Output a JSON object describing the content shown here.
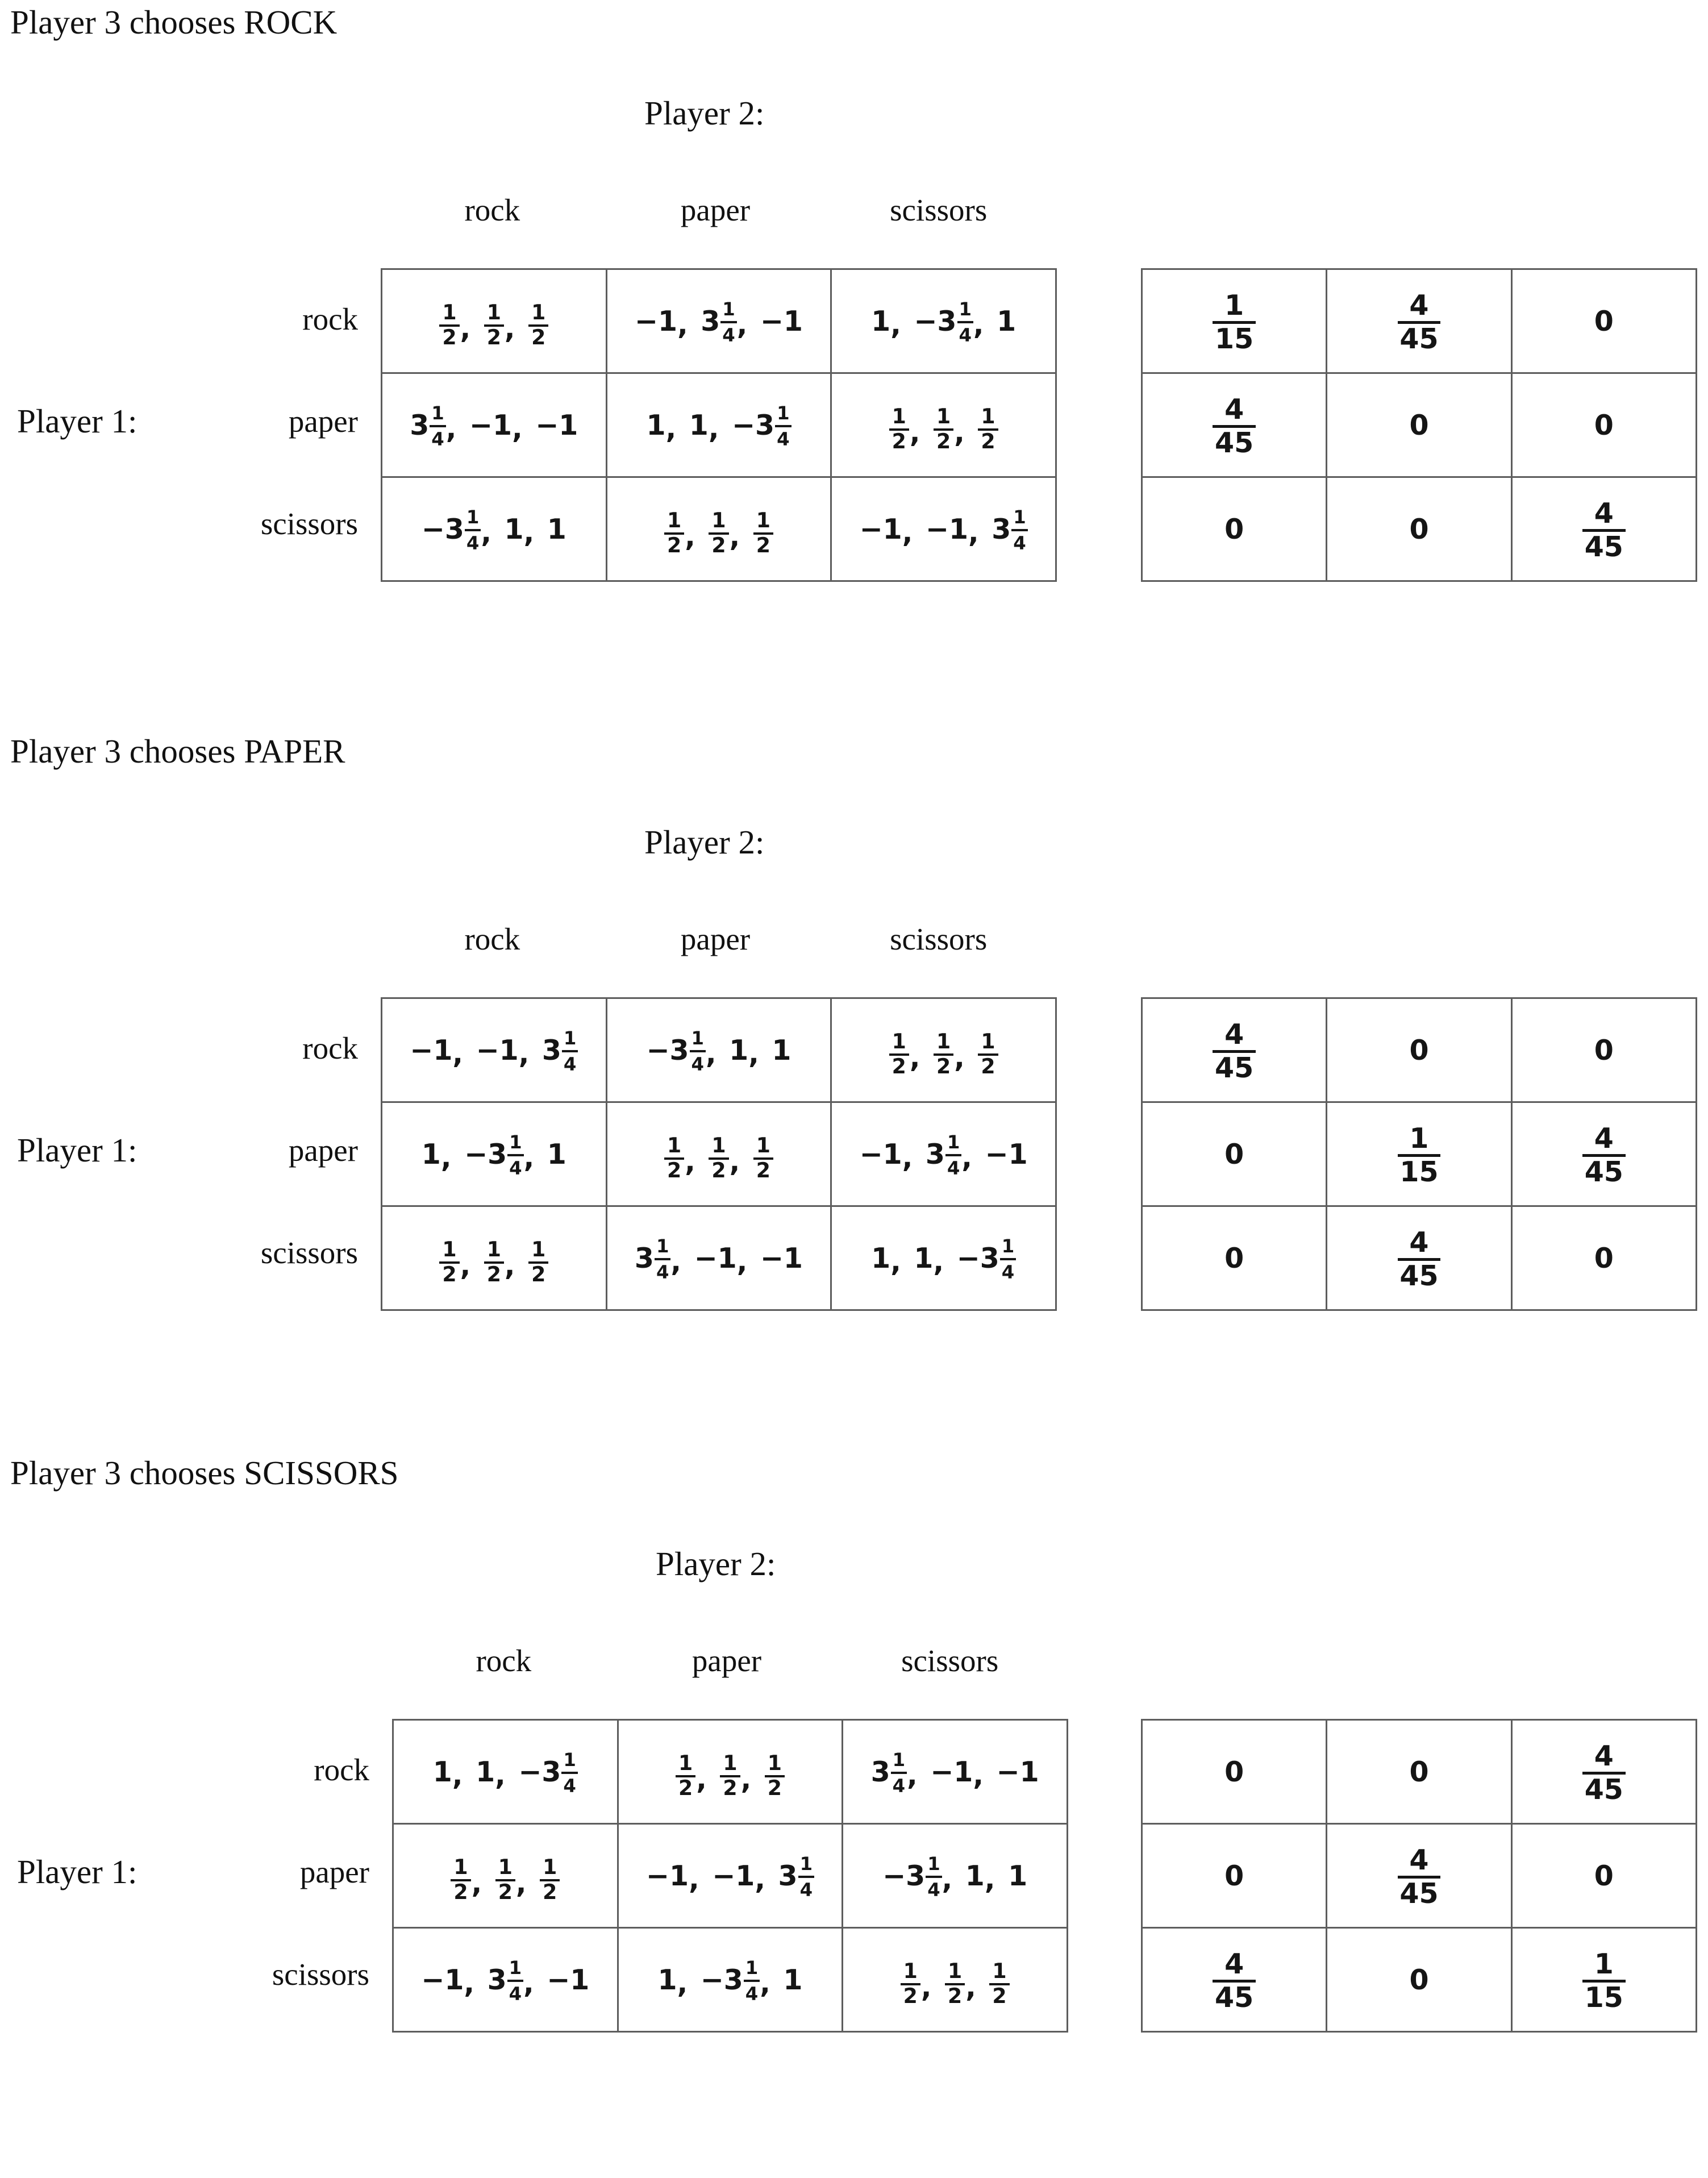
{
  "document": {
    "title": "Rock-paper-scissors three-player payoff matrices",
    "page_label_player1": "Player 1:",
    "page_label_player2": "Player 2:",
    "strategies": [
      "rock",
      "paper",
      "scissors"
    ]
  },
  "blocks": [
    {
      "heading": "Player 3 chooses ROCK",
      "player2_label": "Player 2:",
      "player1_label": "Player 1:",
      "col_headers": [
        "rock",
        "paper",
        "scissors"
      ],
      "row_headers": [
        "rock",
        "paper",
        "scissors"
      ],
      "payoffs": [
        [
          [
            {
              "t": "frac",
              "n": "1",
              "d": "2"
            },
            {
              "t": "frac",
              "n": "1",
              "d": "2"
            },
            {
              "t": "frac",
              "n": "1",
              "d": "2"
            }
          ],
          [
            {
              "t": "int",
              "v": "−1"
            },
            {
              "t": "mixed",
              "w": "3",
              "n": "1",
              "d": "4"
            },
            {
              "t": "int",
              "v": "−1"
            }
          ],
          [
            {
              "t": "int",
              "v": "1"
            },
            {
              "t": "mixed",
              "w": "−3",
              "n": "1",
              "d": "4"
            },
            {
              "t": "int",
              "v": "1"
            }
          ]
        ],
        [
          [
            {
              "t": "mixed",
              "w": "3",
              "n": "1",
              "d": "4"
            },
            {
              "t": "int",
              "v": "−1"
            },
            {
              "t": "int",
              "v": "−1"
            }
          ],
          [
            {
              "t": "int",
              "v": "1"
            },
            {
              "t": "int",
              "v": "1"
            },
            {
              "t": "mixed",
              "w": "−3",
              "n": "1",
              "d": "4"
            }
          ],
          [
            {
              "t": "frac",
              "n": "1",
              "d": "2"
            },
            {
              "t": "frac",
              "n": "1",
              "d": "2"
            },
            {
              "t": "frac",
              "n": "1",
              "d": "2"
            }
          ]
        ],
        [
          [
            {
              "t": "mixed",
              "w": "−3",
              "n": "1",
              "d": "4"
            },
            {
              "t": "int",
              "v": "1"
            },
            {
              "t": "int",
              "v": "1"
            }
          ],
          [
            {
              "t": "frac",
              "n": "1",
              "d": "2"
            },
            {
              "t": "frac",
              "n": "1",
              "d": "2"
            },
            {
              "t": "frac",
              "n": "1",
              "d": "2"
            }
          ],
          [
            {
              "t": "int",
              "v": "−1"
            },
            {
              "t": "int",
              "v": "−1"
            },
            {
              "t": "mixed",
              "w": "3",
              "n": "1",
              "d": "4"
            }
          ]
        ]
      ],
      "payoffs_text": [
        [
          "1/2 , 1/2 , 1/2",
          "-1, 3 1/4, -1",
          "1, -3 1/4, 1"
        ],
        [
          "3 1/4, -1, -1",
          "1 , 1 , -3 1/4",
          "1/2 , 1/2 , 1/2"
        ],
        [
          "-3 1/4, 1 , 1",
          "1/2 , 1/2 , 1/2",
          "-1 , -1 , 3 1/4"
        ]
      ],
      "probabilities": [
        [
          {
            "t": "frac",
            "n": "1",
            "d": "15"
          },
          {
            "t": "frac",
            "n": "4",
            "d": "45"
          },
          {
            "t": "zero",
            "v": "0"
          }
        ],
        [
          {
            "t": "frac",
            "n": "4",
            "d": "45"
          },
          {
            "t": "zero",
            "v": "0"
          },
          {
            "t": "zero",
            "v": "0"
          }
        ],
        [
          {
            "t": "zero",
            "v": "0"
          },
          {
            "t": "zero",
            "v": "0"
          },
          {
            "t": "frac",
            "n": "4",
            "d": "45"
          }
        ]
      ],
      "probabilities_text": [
        [
          "1/15",
          "4/45",
          "0"
        ],
        [
          "4/45",
          "0",
          "0"
        ],
        [
          "0",
          "0",
          "4/45"
        ]
      ]
    },
    {
      "heading": "Player 3 chooses PAPER",
      "player2_label": "Player 2:",
      "player1_label": "Player 1:",
      "col_headers": [
        "rock",
        "paper",
        "scissors"
      ],
      "row_headers": [
        "rock",
        "paper",
        "scissors"
      ],
      "payoffs": [
        [
          [
            {
              "t": "int",
              "v": "−1"
            },
            {
              "t": "int",
              "v": "−1"
            },
            {
              "t": "mixed",
              "w": "3",
              "n": "1",
              "d": "4"
            }
          ],
          [
            {
              "t": "mixed",
              "w": "−3",
              "n": "1",
              "d": "4"
            },
            {
              "t": "int",
              "v": "1"
            },
            {
              "t": "int",
              "v": "1"
            }
          ],
          [
            {
              "t": "frac",
              "n": "1",
              "d": "2"
            },
            {
              "t": "frac",
              "n": "1",
              "d": "2"
            },
            {
              "t": "frac",
              "n": "1",
              "d": "2"
            }
          ]
        ],
        [
          [
            {
              "t": "int",
              "v": "1"
            },
            {
              "t": "mixed",
              "w": "−3",
              "n": "1",
              "d": "4"
            },
            {
              "t": "int",
              "v": "1"
            }
          ],
          [
            {
              "t": "frac",
              "n": "1",
              "d": "2"
            },
            {
              "t": "frac",
              "n": "1",
              "d": "2"
            },
            {
              "t": "frac",
              "n": "1",
              "d": "2"
            }
          ],
          [
            {
              "t": "int",
              "v": "−1"
            },
            {
              "t": "mixed",
              "w": "3",
              "n": "1",
              "d": "4"
            },
            {
              "t": "int",
              "v": "−1"
            }
          ]
        ],
        [
          [
            {
              "t": "frac",
              "n": "1",
              "d": "2"
            },
            {
              "t": "frac",
              "n": "1",
              "d": "2"
            },
            {
              "t": "frac",
              "n": "1",
              "d": "2"
            }
          ],
          [
            {
              "t": "mixed",
              "w": "3",
              "n": "1",
              "d": "4"
            },
            {
              "t": "int",
              "v": "−1"
            },
            {
              "t": "int",
              "v": "−1"
            }
          ],
          [
            {
              "t": "int",
              "v": "1"
            },
            {
              "t": "int",
              "v": "1"
            },
            {
              "t": "mixed",
              "w": "−3",
              "n": "1",
              "d": "4"
            }
          ]
        ]
      ],
      "payoffs_text": [
        [
          "-1 , -1 , 3 1/4",
          "-3 1/4, 1 , 1",
          "1/2 , 1/2 , 1/2"
        ],
        [
          "1, -3 1/4, 1",
          "1/2 , 1/2 , 1/2",
          "-1, 3 1/4, -1"
        ],
        [
          "1/2 , 1/2 , 1/2",
          "3 1/4, -1, -1",
          "1 , 1 , -3 1/4"
        ]
      ],
      "probabilities": [
        [
          {
            "t": "frac",
            "n": "4",
            "d": "45"
          },
          {
            "t": "zero",
            "v": "0"
          },
          {
            "t": "zero",
            "v": "0"
          }
        ],
        [
          {
            "t": "zero",
            "v": "0"
          },
          {
            "t": "frac",
            "n": "1",
            "d": "15"
          },
          {
            "t": "frac",
            "n": "4",
            "d": "45"
          }
        ],
        [
          {
            "t": "zero",
            "v": "0"
          },
          {
            "t": "frac",
            "n": "4",
            "d": "45"
          },
          {
            "t": "zero",
            "v": "0"
          }
        ]
      ],
      "probabilities_text": [
        [
          "4/45",
          "0",
          "0"
        ],
        [
          "0",
          "1/15",
          "4/45"
        ],
        [
          "0",
          "4/45",
          "0"
        ]
      ]
    },
    {
      "heading": "Player 3 chooses SCISSORS",
      "player2_label": "Player 2:",
      "player1_label": "Player 1:",
      "col_headers": [
        "rock",
        "paper",
        "scissors"
      ],
      "row_headers": [
        "rock",
        "paper",
        "scissors"
      ],
      "payoffs": [
        [
          [
            {
              "t": "int",
              "v": "1"
            },
            {
              "t": "int",
              "v": "1"
            },
            {
              "t": "mixed",
              "w": "−3",
              "n": "1",
              "d": "4"
            }
          ],
          [
            {
              "t": "frac",
              "n": "1",
              "d": "2"
            },
            {
              "t": "frac",
              "n": "1",
              "d": "2"
            },
            {
              "t": "frac",
              "n": "1",
              "d": "2"
            }
          ],
          [
            {
              "t": "mixed",
              "w": "3",
              "n": "1",
              "d": "4"
            },
            {
              "t": "int",
              "v": "−1"
            },
            {
              "t": "int",
              "v": "−1"
            }
          ]
        ],
        [
          [
            {
              "t": "frac",
              "n": "1",
              "d": "2"
            },
            {
              "t": "frac",
              "n": "1",
              "d": "2"
            },
            {
              "t": "frac",
              "n": "1",
              "d": "2"
            }
          ],
          [
            {
              "t": "int",
              "v": "−1"
            },
            {
              "t": "int",
              "v": "−1"
            },
            {
              "t": "mixed",
              "w": "3",
              "n": "1",
              "d": "4"
            }
          ],
          [
            {
              "t": "mixed",
              "w": "−3",
              "n": "1",
              "d": "4"
            },
            {
              "t": "int",
              "v": "1"
            },
            {
              "t": "int",
              "v": "1"
            }
          ]
        ],
        [
          [
            {
              "t": "int",
              "v": "−1"
            },
            {
              "t": "mixed",
              "w": "3",
              "n": "1",
              "d": "4"
            },
            {
              "t": "int",
              "v": "−1"
            }
          ],
          [
            {
              "t": "int",
              "v": "1"
            },
            {
              "t": "mixed",
              "w": "−3",
              "n": "1",
              "d": "4"
            },
            {
              "t": "int",
              "v": "1"
            }
          ],
          [
            {
              "t": "frac",
              "n": "1",
              "d": "2"
            },
            {
              "t": "frac",
              "n": "1",
              "d": "2"
            },
            {
              "t": "frac",
              "n": "1",
              "d": "2"
            }
          ]
        ]
      ],
      "payoffs_text": [
        [
          "1 , 1 , -3 1/4",
          "1/2 , 1/2 , 1/2",
          "3 1/4, -1, -1"
        ],
        [
          "1/2 , 1/2 , 1/2",
          "-1 , -1 , 3 1/4",
          "-3 1/4, 1 , 1"
        ],
        [
          "-1, 3 1/4, -1",
          "1, -3 1/4, 1",
          "1/2 , 1/2 , 1/2"
        ]
      ],
      "probabilities": [
        [
          {
            "t": "zero",
            "v": "0"
          },
          {
            "t": "zero",
            "v": "0"
          },
          {
            "t": "frac",
            "n": "4",
            "d": "45"
          }
        ],
        [
          {
            "t": "zero",
            "v": "0"
          },
          {
            "t": "frac",
            "n": "4",
            "d": "45"
          },
          {
            "t": "zero",
            "v": "0"
          }
        ],
        [
          {
            "t": "frac",
            "n": "4",
            "d": "45"
          },
          {
            "t": "zero",
            "v": "0"
          },
          {
            "t": "frac",
            "n": "1",
            "d": "15"
          }
        ]
      ],
      "probabilities_text": [
        [
          "0",
          "0",
          "4/45"
        ],
        [
          "0",
          "4/45",
          "0"
        ],
        [
          "4/45",
          "0",
          "1/15"
        ]
      ]
    }
  ],
  "layout": {
    "block_tops": [
      0,
      1283,
      2553
    ],
    "matrix_left": [
      670,
      670,
      690
    ],
    "matrix_top_rel": 472,
    "prob_left": [
      2008,
      2008,
      2008
    ],
    "colors": {
      "text": "#111111",
      "rule": "#5d5d5d",
      "background": "#ffffff"
    }
  }
}
